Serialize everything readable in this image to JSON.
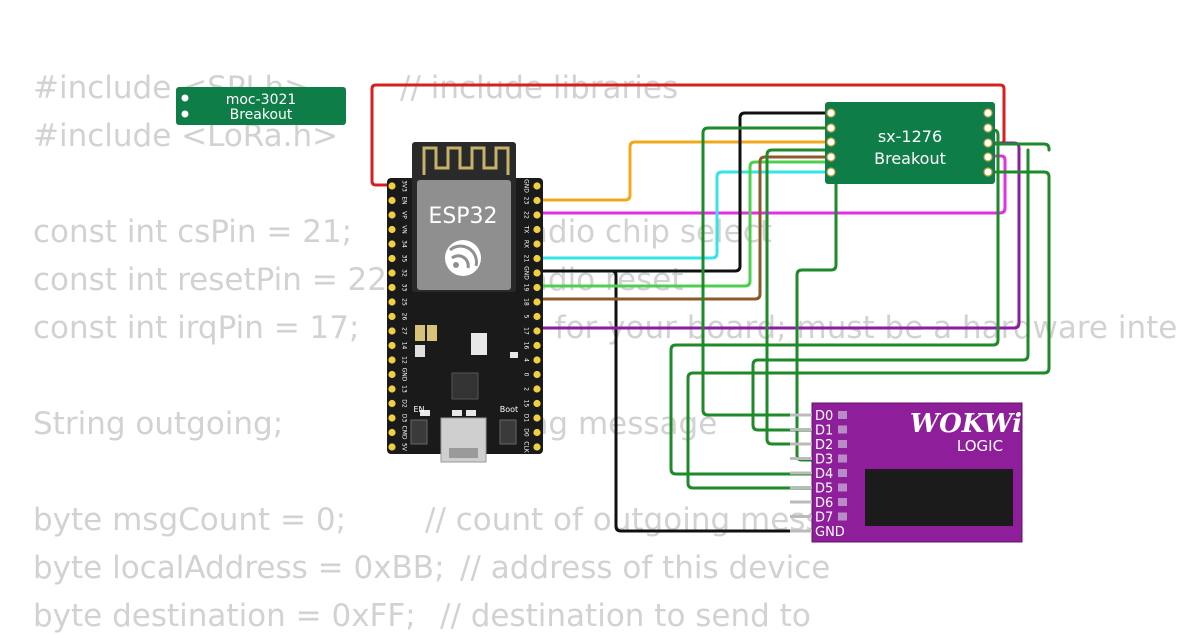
{
  "code": {
    "lines": [
      "#include <SPI.h>",
      "#include <LoRa.h>",
      "const int csPin = 21;",
      "const int resetPin = 22;",
      "const int irqPin = 17;",
      "String outgoing;",
      "byte msgCount = 0;",
      "byte localAddress = 0xBB;",
      "byte destination = 0xFF;"
    ],
    "comments": [
      "// include libraries",
      "// LoRa radio chip select",
      "// LoRa radio reset",
      "// change for your board; must be a hardware inte",
      "// outgoing message",
      "// count of outgoing mess",
      "// address of this device",
      "// destination to send to"
    ]
  },
  "moc_breakout": {
    "line1": "moc-3021",
    "line2": "Breakout"
  },
  "sx_breakout": {
    "line1": "sx-1276",
    "line2": "Breakout"
  },
  "esp32": {
    "label": "ESP32",
    "left_pins": [
      "3V3",
      "EN",
      "VP",
      "VN",
      "34",
      "35",
      "32",
      "33",
      "25",
      "26",
      "27",
      "14",
      "12",
      "GND",
      "13",
      "D2",
      "D3",
      "CMD",
      "5V"
    ],
    "right_pins": [
      "GND",
      "23",
      "22",
      "TX",
      "RX",
      "21",
      "GND",
      "19",
      "18",
      "5",
      "17",
      "16",
      "4",
      "0",
      "2",
      "15",
      "D1",
      "D0",
      "CLK"
    ],
    "en_label": "EN",
    "boot_label": "Boot"
  },
  "logic": {
    "brand": "WOKWi",
    "subtitle": "LOGIC",
    "pins": [
      "D0",
      "D1",
      "D2",
      "D3",
      "D4",
      "D5",
      "D6",
      "D7",
      "GND"
    ]
  },
  "colors": {
    "red": "#d71f1f",
    "orange": "#f2a81d",
    "magenta": "#e52ee5",
    "cyan": "#33e5e5",
    "black": "#101010",
    "lightgreen": "#4fcf4f",
    "brown": "#8b5a2b",
    "purple": "#8a1ea0",
    "darkgreen": "#1e8a2a",
    "pcb_green": "#0f7d47",
    "logic_purple": "#8f1e9b"
  }
}
